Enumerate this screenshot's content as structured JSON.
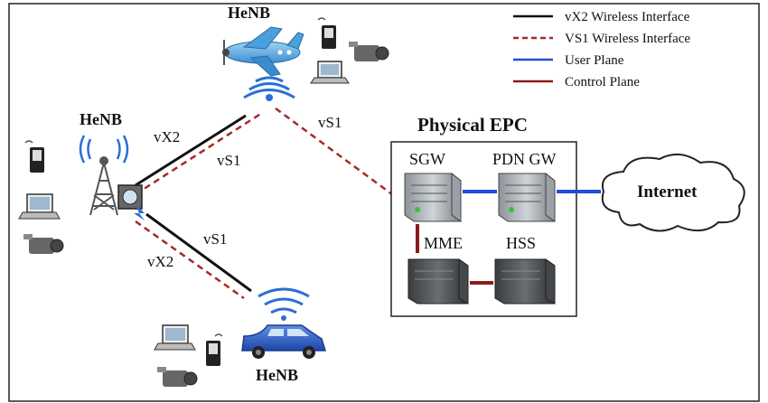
{
  "legend": {
    "items": [
      {
        "label": "vX2 Wireless Interface",
        "color": "#111111",
        "style": "solid"
      },
      {
        "label": "VS1 Wireless Interface",
        "color": "#a52a2a",
        "style": "dashed"
      },
      {
        "label": "User Plane",
        "color": "#1e4fd8",
        "style": "solid"
      },
      {
        "label": "Control Plane",
        "color": "#8b1a1a",
        "style": "solid"
      }
    ]
  },
  "nodes": {
    "henb_top": "HeNB",
    "henb_left": "HeNB",
    "henb_bottom": "HeNB"
  },
  "links": {
    "vx2_upper": "vX2",
    "vs1_upper_left": "vS1",
    "vs1_upper_right": "vS1",
    "vs1_lower": "vS1",
    "vx2_lower": "vX2"
  },
  "epc": {
    "title": "Physical EPC",
    "sgw": "SGW",
    "pdn_gw": "PDN GW",
    "mme": "MME",
    "hss": "HSS"
  },
  "internet": "Internet",
  "colors": {
    "wireless_black": "#111111",
    "wireless_dashed": "#a52a2a",
    "user_plane": "#1e4fd8",
    "control_plane": "#8b1a1a",
    "wifi": "#2a6fd6"
  },
  "icons": [
    "airplane-icon",
    "cell-tower-icon",
    "car-icon",
    "phone-icon",
    "laptop-icon",
    "camcorder-icon",
    "server-icon",
    "cloud-icon",
    "wifi-icon"
  ]
}
